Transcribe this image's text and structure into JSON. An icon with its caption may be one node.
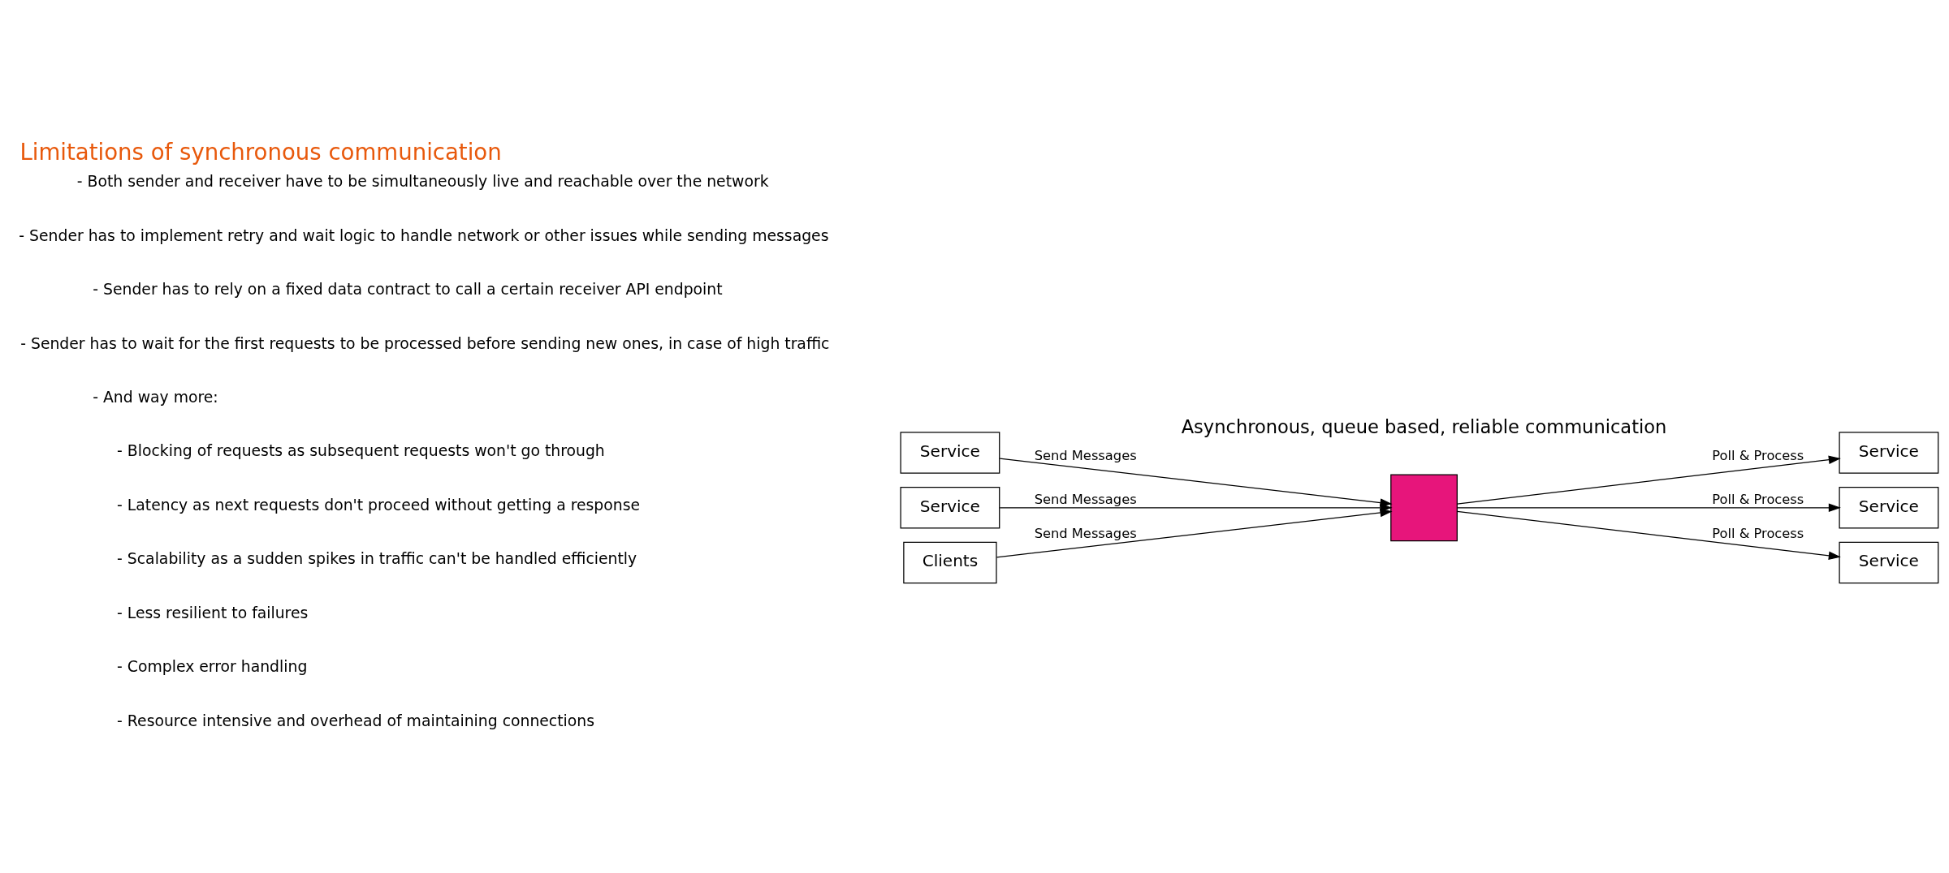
{
  "diagram": {
    "title": "Limitations of synchronous communication",
    "nodes": [
      {
        "text": [
          "Service"
        ]
      },
      {
        "text": [
          "Service"
        ]
      },
      {
        "text": [
          "Clients"
        ]
      },
      {
        "text": [],
        "shape": "box"
      },
      {
        "text": [
          "Service"
        ]
      },
      {
        "text": [
          "Service"
        ]
      },
      {
        "text": [
          "Service"
        ]
      }
    ],
    "edges": [
      {
        "from": 0,
        "to": 3,
        "arrow": "to",
        "label": "Send Messages"
      },
      {
        "from": 1,
        "to": 3,
        "arrow": "to",
        "label": "Send Messages"
      },
      {
        "from": 2,
        "to": 3,
        "arrow": "to",
        "label": "Send Messages"
      },
      {
        "from": 3,
        "to": 4,
        "arrow": "to",
        "label": "Poll & Process"
      },
      {
        "from": 3,
        "to": 5,
        "arrow": "to",
        "label": "Poll & Process"
      },
      {
        "from": 3,
        "to": 6,
        "arrow": "to",
        "label": "Poll & Process"
      }
    ],
    "labels": [
      "Asynchronous, queue based, reliable communication",
      "- Both sender and receiver have to be simultaneously live and reachable over the network",
      "- Sender has to implement retry and wait logic to handle network or other issues while sending messages",
      "- Sender has to rely on a fixed data contract to call a certain receiver API endpoint",
      "- Sender has to wait for the first requests to be processed before sending new ones, in case of high traffic",
      "- And way more:",
      "- Blocking of requests as subsequent requests won't go through",
      "- Latency as next requests don't proceed without getting a response",
      "- Scalability as a sudden spikes in traffic can't be handled efficiently",
      "- Less resilient to failures",
      "- Complex error handling",
      "- Resource intensive and overhead of maintaining connections"
    ]
  }
}
